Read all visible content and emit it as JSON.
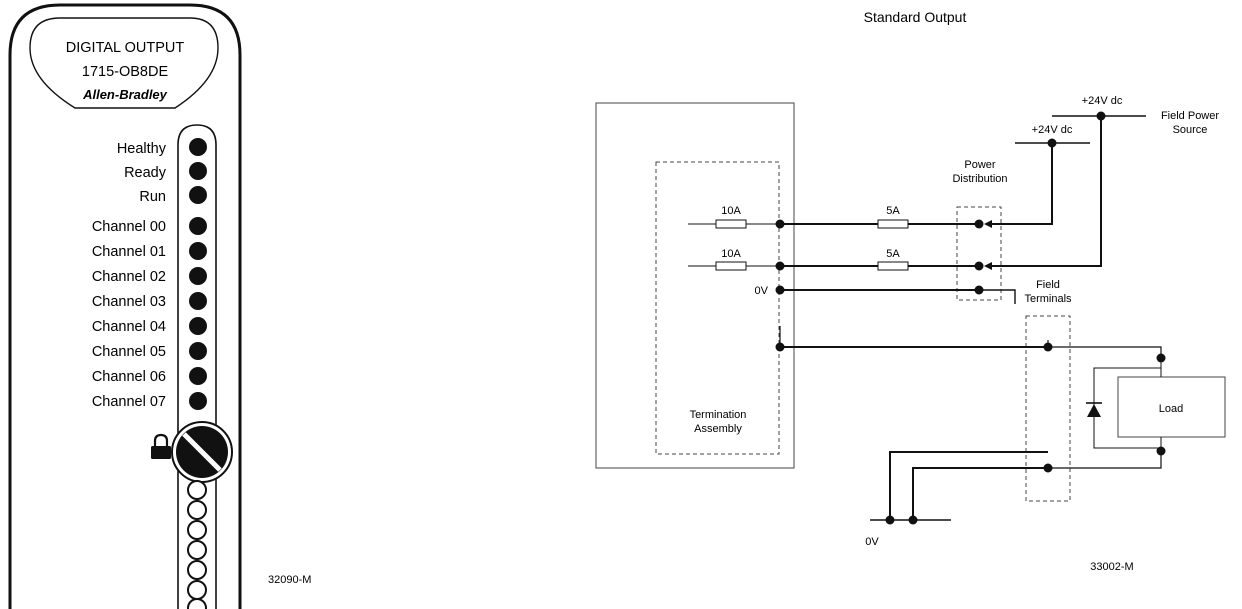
{
  "module": {
    "name": "DIGITAL OUTPUT",
    "catalog": "1715-OB8DE",
    "brand": "Allen-Bradley",
    "indicators": [
      "Healthy",
      "Ready",
      "Run",
      "Channel 00",
      "Channel 01",
      "Channel 02",
      "Channel 03",
      "Channel 04",
      "Channel 05",
      "Channel 06",
      "Channel 07"
    ],
    "lock_icon": "padlock-icon",
    "figure_id": "32090-M"
  },
  "diagram": {
    "title": "Standard Output",
    "field_power_source": [
      "Field Power",
      "Source"
    ],
    "supply_1": "+24V dc",
    "supply_2": "+24V dc",
    "power_distribution": [
      "Power",
      "Distribution"
    ],
    "field_terminals": [
      "Field",
      "Terminals"
    ],
    "fuse_1": "10A",
    "fuse_2": "10A",
    "fuse_3": "5A",
    "fuse_4": "5A",
    "zero_v_terminal": "0V",
    "zero_v_ground": "0V",
    "termination_assembly": [
      "Termination",
      "Assembly"
    ],
    "load": "Load",
    "figure_id": "33002-M"
  }
}
